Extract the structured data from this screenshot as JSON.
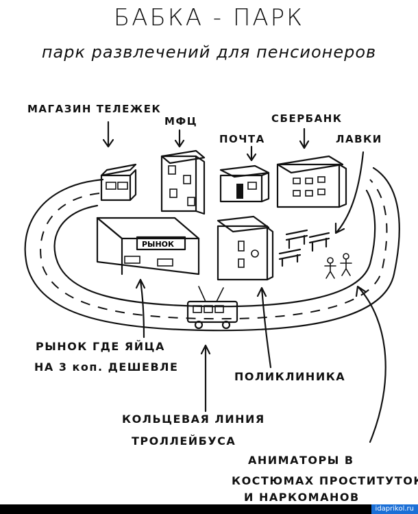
{
  "header": {
    "title": "БАБКА - ПАРК",
    "subtitle": "парк развлечений для пенсионеров"
  },
  "labels": {
    "shop": "МАГАЗИН ТЕЛЕЖЕК",
    "mfc": "МФЦ",
    "post": "ПОЧТА",
    "sber": "СБЕРБАНК",
    "benches": "ЛАВКИ",
    "market_line1": "РЫНОК ГДЕ ЯЙЦА",
    "market_line2": "НА 3 коп. ДЕШЕВЛЕ",
    "trolley_line1": "КОЛЬЦЕВАЯ ЛИНИЯ",
    "trolley_line2": "ТРОЛЛЕЙБУСА",
    "clinic": "ПОЛИКЛИНИКА",
    "anim_line1": "АНИМАТОРЫ В",
    "anim_line2": "КОСТЮМАХ ПРОСТИТУТОК",
    "anim_line3": "И НАРКОМАНОВ"
  },
  "signs": {
    "market_sign": "РЫНОК"
  },
  "footer": {
    "watermark": "idaprikol.ru"
  },
  "icons": [
    "arrow-icon",
    "building-icon",
    "bench-icon",
    "person-icon",
    "trolleybus-icon"
  ]
}
